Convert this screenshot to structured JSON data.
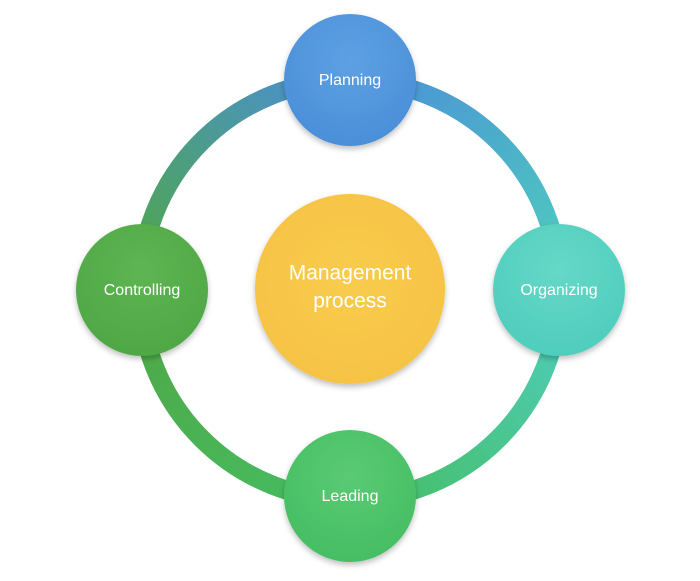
{
  "center": {
    "line1": "Management",
    "line2": "process",
    "color": "#F6C244"
  },
  "nodes": [
    {
      "key": "planning",
      "label": "Planning",
      "color": "#4A8FD8",
      "color_light": "#5EA1E3"
    },
    {
      "key": "organizing",
      "label": "Organizing",
      "color": "#4FCDBD",
      "color_light": "#66D8C8"
    },
    {
      "key": "leading",
      "label": "Leading",
      "color": "#45BE63",
      "color_light": "#5BCA74"
    },
    {
      "key": "controlling",
      "label": "Controlling",
      "color": "#4FA745",
      "color_light": "#5EB553"
    }
  ],
  "ring_colors": {
    "top_right": [
      "#4A8FD8",
      "#4FCDBD"
    ],
    "bottom_right": [
      "#4FCDBD",
      "#45BE63"
    ],
    "bottom_left": [
      "#45BE63",
      "#4FA745"
    ],
    "top_left": [
      "#4FA745",
      "#4A8FD8"
    ]
  }
}
